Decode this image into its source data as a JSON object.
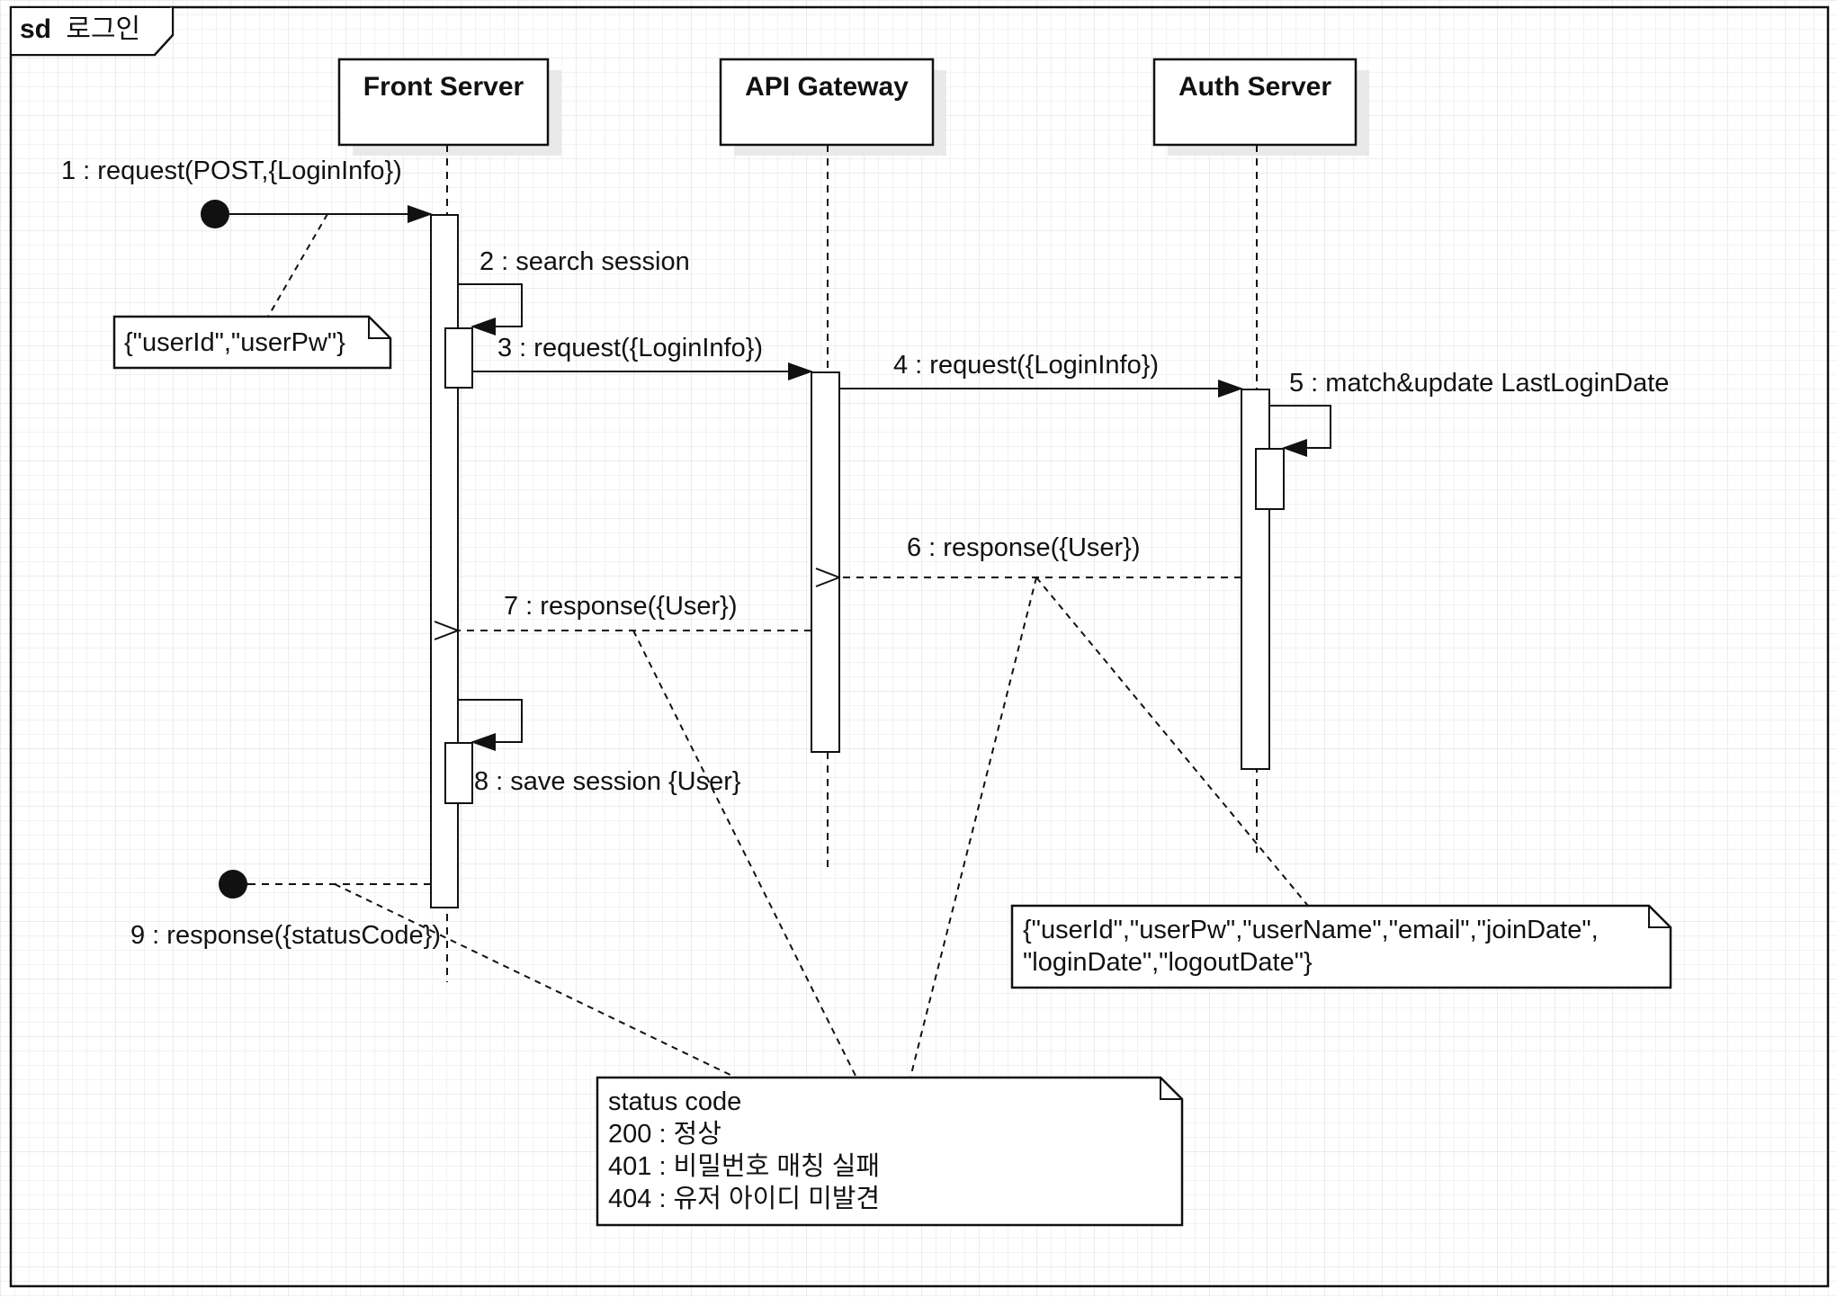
{
  "frame": {
    "keyword": "sd",
    "name": "로그인"
  },
  "lifelines": [
    {
      "id": "front",
      "name": "Front Server"
    },
    {
      "id": "gateway",
      "name": "API Gateway"
    },
    {
      "id": "auth",
      "name": "Auth Server"
    }
  ],
  "messages": [
    {
      "num": "1",
      "label": "1 : request(POST,{LoginInfo})",
      "kind": "found-sync"
    },
    {
      "num": "2",
      "label": "2 : search session",
      "kind": "self"
    },
    {
      "num": "3",
      "label": "3 : request({LoginInfo})",
      "kind": "sync"
    },
    {
      "num": "4",
      "label": "4 : request({LoginInfo})",
      "kind": "sync"
    },
    {
      "num": "5",
      "label": "5 : match&update LastLoginDate",
      "kind": "self"
    },
    {
      "num": "6",
      "label": "6 : response({User})",
      "kind": "reply"
    },
    {
      "num": "7",
      "label": "7 : response({User})",
      "kind": "reply"
    },
    {
      "num": "8",
      "label": "8 : save session {User}",
      "kind": "self"
    },
    {
      "num": "9",
      "label": "9 : response({statusCode})",
      "kind": "lost-reply"
    }
  ],
  "notes": {
    "login_info": [
      "{\"userId\",\"userPw\"}"
    ],
    "user_fields": [
      "{\"userId\",\"userPw\",\"userName\",\"email\",\"joinDate\",",
      "\"loginDate\",\"logoutDate\"}"
    ],
    "status_codes": [
      "status code",
      "200 : 정상",
      "401 : 비밀번호 매칭 실패",
      "404 : 유저 아이디 미발견"
    ]
  },
  "colors": {
    "line": "#111111",
    "grid": "#e6e6e6",
    "shadow": "#e9e9e9",
    "background": "#ffffff"
  }
}
